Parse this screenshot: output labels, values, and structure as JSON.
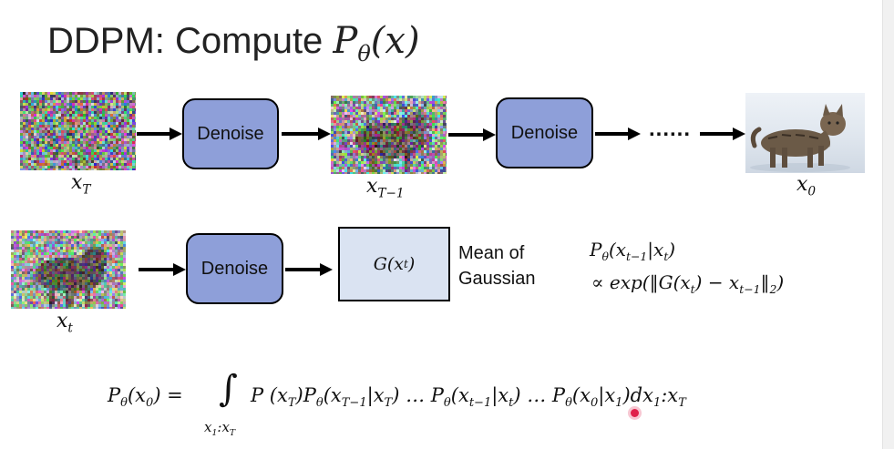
{
  "title": {
    "prefix": "DDPM: Compute ",
    "math": "P",
    "sub": "θ",
    "arg": "(x)"
  },
  "row1": {
    "labels": {
      "xT": "x",
      "xT_sub": "T",
      "xT1": "x",
      "xT1_sub": "T−1",
      "x0": "x",
      "x0_sub": "0"
    },
    "box1_label": "Denoise",
    "box2_label": "Denoise",
    "dots": "......"
  },
  "row2": {
    "xt": "x",
    "xt_sub": "t",
    "box_label": "Denoise",
    "g_text": "G(x",
    "g_sub": "t",
    "g_close": ")",
    "mean_line1": "Mean of",
    "mean_line2": "Gaussian",
    "formula_line1": {
      "P": "P",
      "sub": "θ",
      "rest": "(x",
      "sub2": "t−1",
      "mid": "|x",
      "sub3": "t",
      "end": ")"
    },
    "formula_line2": {
      "prop": "∝ exp(‖G(x",
      "sub": "t",
      "mid": ") − x",
      "sub2": "t−1",
      "end": "‖",
      "sub3": "2",
      "close": ")"
    }
  },
  "bottom_formula": {
    "lhs": "P",
    "lhs_sub": "θ",
    "lhs_arg": "(x",
    "lhs_arg_sub": "0",
    "lhs_close": ") =",
    "integral": "∫",
    "limits": "x",
    "limits_sub1": "1",
    "limits_colon": ":x",
    "limits_sub2": "T",
    "rhs": "P (x",
    "rhs_sub": "T",
    "rhs2": ")P",
    "rhs2_sub": "θ",
    "rhs3": "(x",
    "rhs3_sub": "T−1",
    "rhs4": "|x",
    "rhs4_sub": "T",
    "rhs5": ") … P",
    "rhs5_sub": "θ",
    "rhs6": "(x",
    "rhs6_sub": "t−1",
    "rhs7": "|x",
    "rhs7_sub": "t",
    "rhs8": ") … P",
    "rhs8_sub": "θ",
    "rhs9": "(x",
    "rhs9_sub": "0",
    "rhs10": "|x",
    "rhs10_sub": "1",
    "rhs11": ")dx",
    "rhs11_sub": "1",
    "rhs12": ":x",
    "rhs12_sub": "T"
  },
  "colors": {
    "denoise_fill": "#8e9fd9",
    "g_fill": "#dae3f2",
    "pointer": "#e0204a"
  }
}
